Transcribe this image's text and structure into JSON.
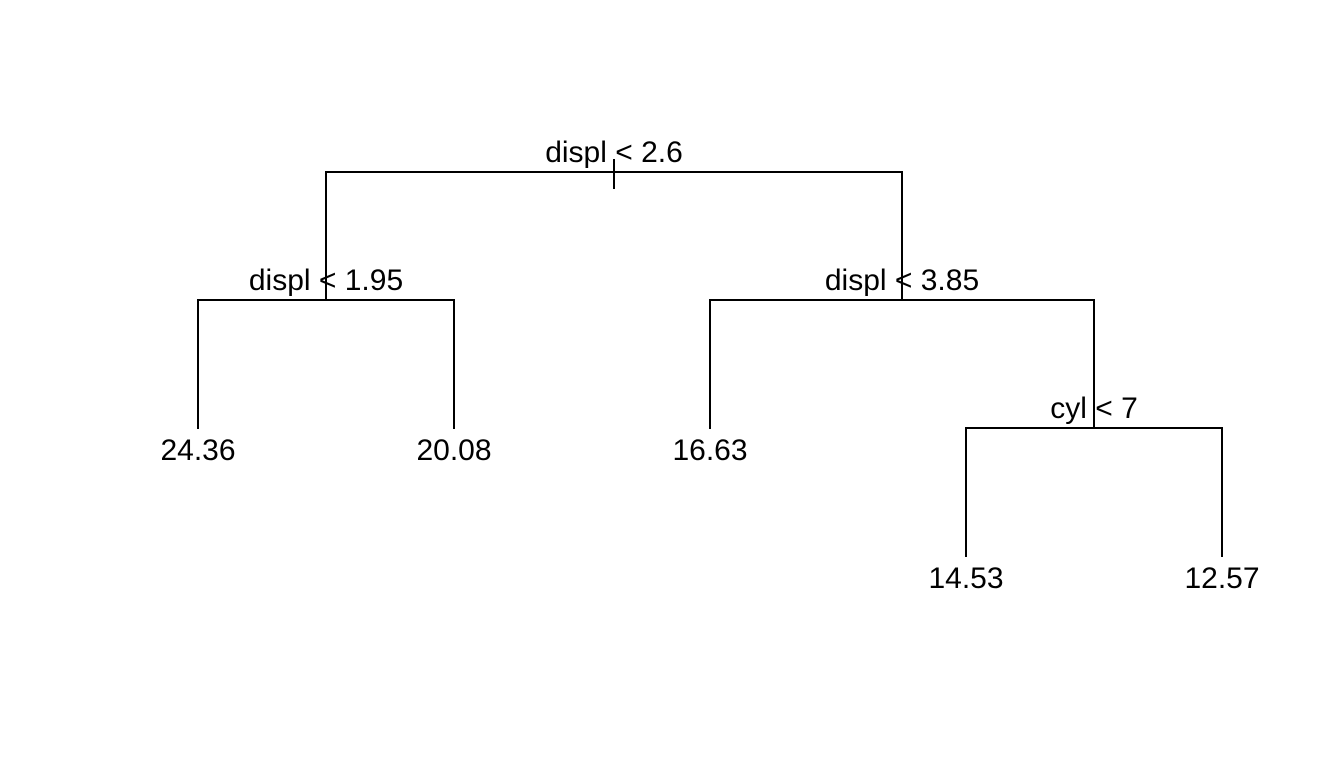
{
  "tree": {
    "line_color": "#000000",
    "root": {
      "split_var": "displ",
      "split_op": "<",
      "split_value": "2.6",
      "split_label": "displ < 2.6",
      "left": {
        "split_var": "displ",
        "split_op": "<",
        "split_value": "1.95",
        "split_label": "displ < 1.95",
        "left": {
          "leaf_value": "24.36"
        },
        "right": {
          "leaf_value": "20.08"
        }
      },
      "right": {
        "split_var": "displ",
        "split_op": "<",
        "split_value": "3.85",
        "split_label": "displ < 3.85",
        "left": {
          "leaf_value": "16.63"
        },
        "right": {
          "split_var": "cyl",
          "split_op": "<",
          "split_value": "7",
          "split_label": "cyl < 7",
          "left": {
            "leaf_value": "14.53"
          },
          "right": {
            "leaf_value": "12.57"
          }
        }
      }
    }
  }
}
